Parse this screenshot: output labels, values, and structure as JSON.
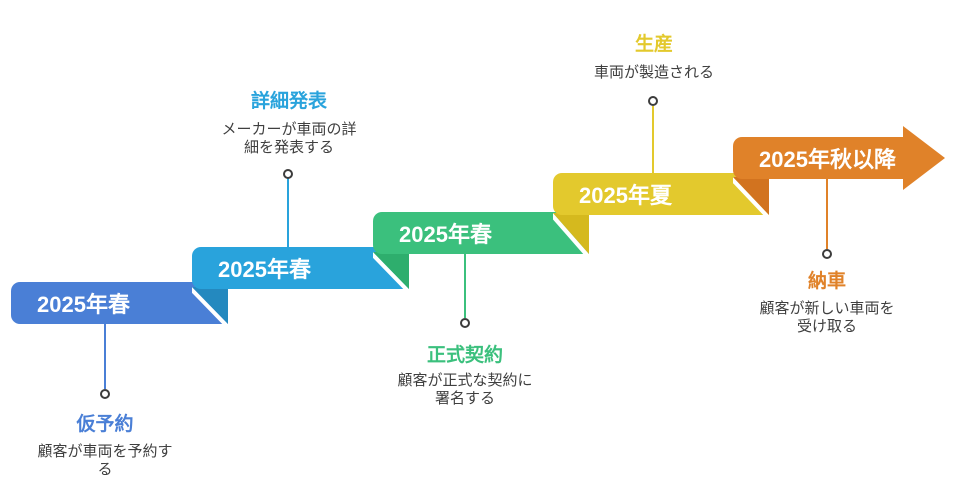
{
  "diagram": {
    "type": "ascending-ribbon-timeline",
    "language": "ja",
    "subject": "vehicle purchase timeline"
  },
  "theme": {
    "background": "#ffffff",
    "banner_text_color": "#ffffff",
    "desc_text_color": "#3f3f3f",
    "dot_border_color": "#3c3c3c",
    "dot_fill_color": "#ffffff"
  },
  "steps": [
    {
      "banner": "2025年春",
      "title": "仮予約",
      "desc_lines": [
        "顧客が車両を予約す",
        "る"
      ],
      "label_position": "below",
      "color": "#4a7fd6",
      "fold_color": ""
    },
    {
      "banner": "2025年春",
      "title": "詳細発表",
      "desc_lines": [
        "メーカーが車両の詳",
        "細を発表する"
      ],
      "label_position": "above",
      "color": "#29a3dc",
      "fold_color": "#2489bf"
    },
    {
      "banner": "2025年春",
      "title": "正式契約",
      "desc_lines": [
        "顧客が正式な契約に",
        "署名する"
      ],
      "label_position": "below",
      "color": "#3bc07d",
      "fold_color": "#2eae6d"
    },
    {
      "banner": "2025年夏",
      "title": "生産",
      "desc_lines": [
        "車両が製造される"
      ],
      "label_position": "above",
      "color": "#e3c92d",
      "fold_color": "#d5b91e"
    },
    {
      "banner": "2025年秋以降",
      "title": "納車",
      "desc_lines": [
        "顧客が新しい車両を",
        "受け取る"
      ],
      "label_position": "below",
      "color": "#e08229",
      "fold_color": "#d2731f"
    }
  ]
}
